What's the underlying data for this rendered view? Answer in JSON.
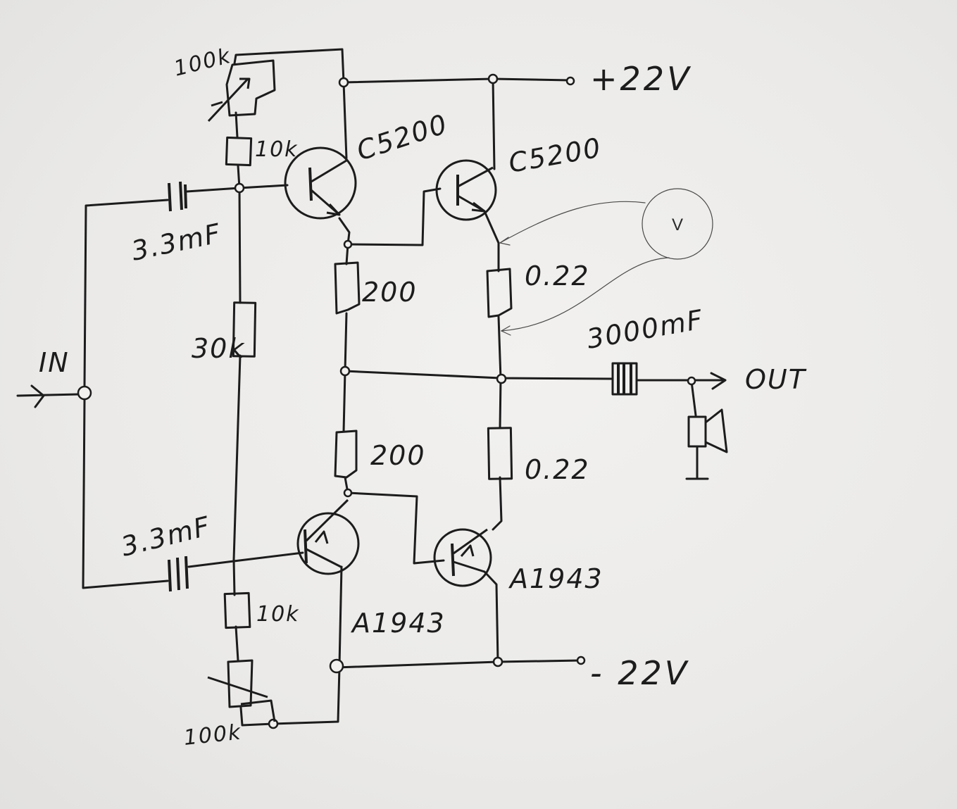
{
  "labels": {
    "vpos": "+22V",
    "vneg": "- 22V",
    "input": "IN",
    "output": "OUT",
    "q1": "C5200",
    "q2": "C5200",
    "q3": "A1943",
    "q4": "A1943",
    "pot_top": "100k",
    "pot_bottom": "100k",
    "r_top_10k": "10k",
    "r_bottom_10k": "10k",
    "r_30k": "30k",
    "r_200_top": "200",
    "r_200_bottom": "200",
    "r_022_top": "0.22",
    "r_022_bottom": "0.22",
    "cap_in_top": "3.3mF",
    "cap_in_bottom": "3.3mF",
    "cap_out": "3000mF",
    "voltmeter": "V"
  },
  "colors": {
    "ink": "#1c1c1c",
    "paper": "#f2f1ef",
    "pencil": "#4a4a4a"
  }
}
